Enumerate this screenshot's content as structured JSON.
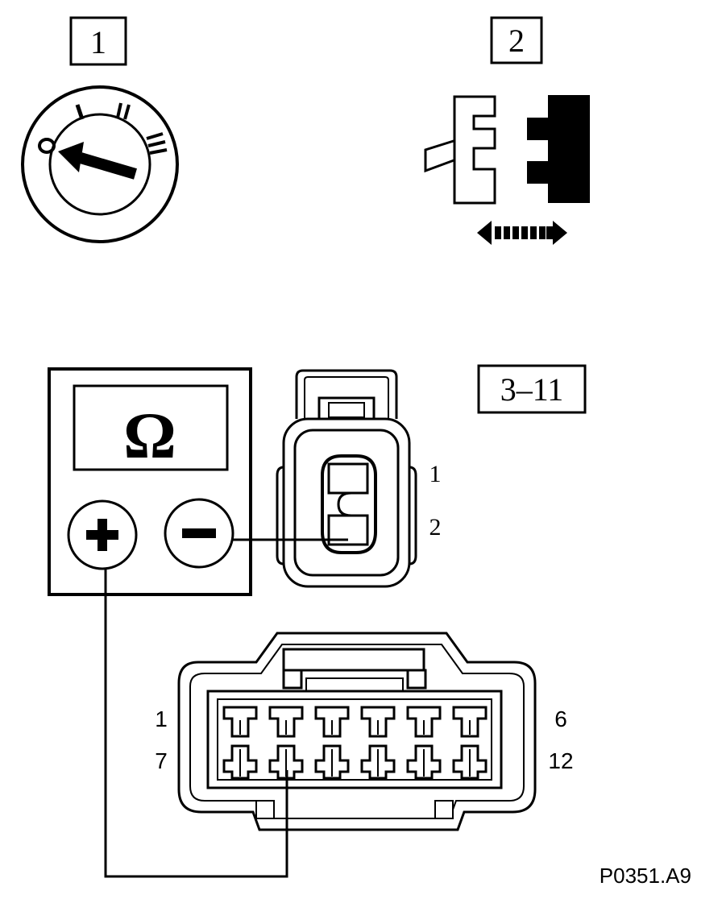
{
  "steps": {
    "step1_label": "1",
    "step2_label": "2",
    "step3_label": "3–11"
  },
  "ignition_switch": {
    "positions": [
      "0",
      "I",
      "II",
      "III"
    ]
  },
  "meter": {
    "unit_symbol": "Ω",
    "positive_symbol": "+",
    "negative_symbol": "−"
  },
  "small_connector": {
    "pins": [
      "1",
      "2"
    ]
  },
  "large_connector": {
    "top_left_pin": "1",
    "top_right_pin": "6",
    "bottom_left_pin": "7",
    "bottom_right_pin": "12"
  },
  "figure_id": "P0351.A9",
  "colors": {
    "ink": "#000000",
    "paper": "#ffffff"
  }
}
